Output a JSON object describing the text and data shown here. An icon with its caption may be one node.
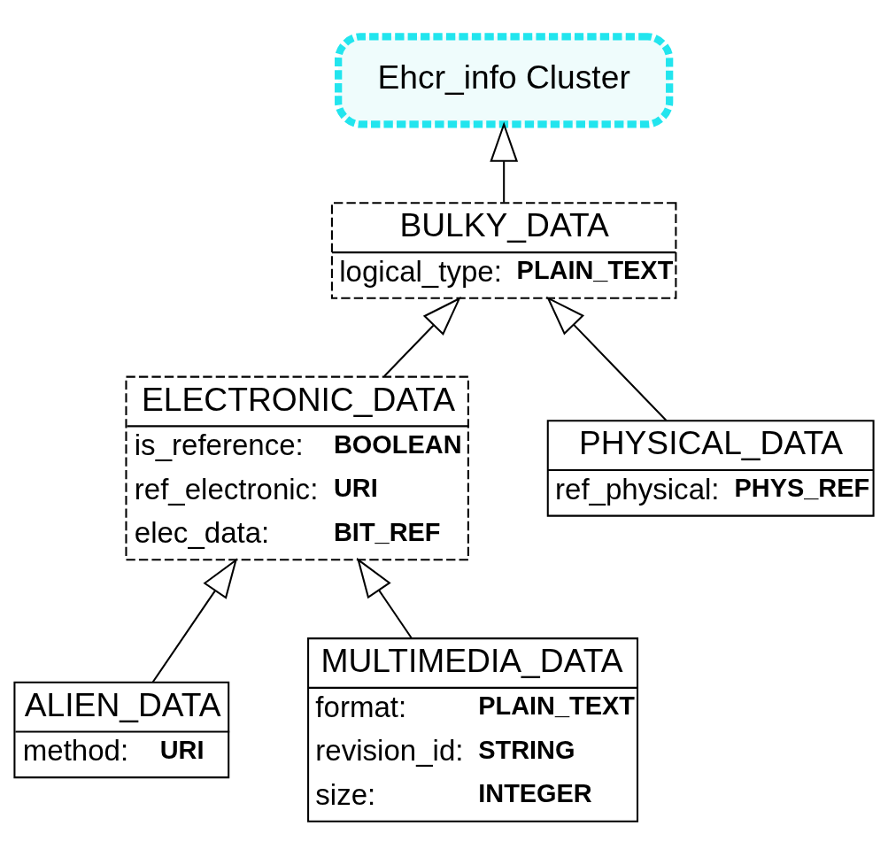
{
  "diagram": {
    "nodes": [
      {
        "text": [
          "Ehcr_info Cluster"
        ]
      },
      {
        "text": [
          "BULKY_DATA",
          "logical_type:",
          "PLAIN_TEXT"
        ]
      },
      {
        "text": [
          "ELECTRONIC_DATA",
          "is_reference:",
          "BOOLEAN",
          "ref_electronic:",
          "URI",
          "elec_data:",
          "BIT_REF"
        ]
      },
      {
        "text": [
          "PHYSICAL_DATA",
          "ref_physical:",
          "PHYS_REF"
        ]
      },
      {
        "text": [
          "ALIEN_DATA",
          "method:",
          "URI"
        ]
      },
      {
        "text": [
          "MULTIMEDIA_DATA",
          "format:",
          "PLAIN_TEXT",
          "revision_id:",
          "STRING",
          "size:",
          "INTEGER"
        ]
      }
    ],
    "edges": [
      {
        "from": 1,
        "to": 0,
        "arrow": "to"
      },
      {
        "from": 2,
        "to": 1,
        "arrow": "to"
      },
      {
        "from": 3,
        "to": 1,
        "arrow": "to"
      },
      {
        "from": 4,
        "to": 2,
        "arrow": "to"
      },
      {
        "from": 5,
        "to": 2,
        "arrow": "to"
      }
    ]
  }
}
